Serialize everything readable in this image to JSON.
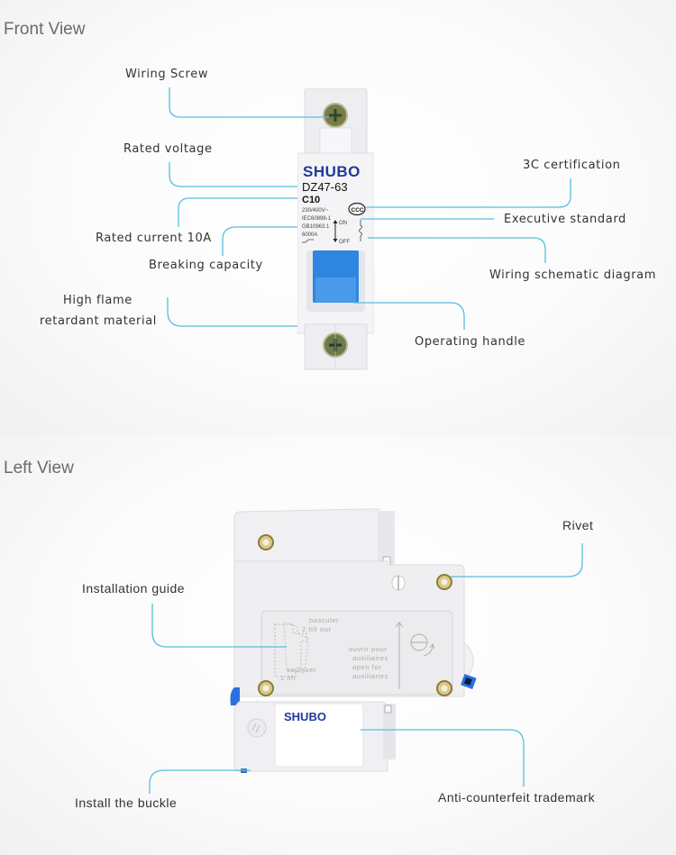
{
  "front_view": {
    "title": "Front View",
    "device": {
      "brand": "SHUBO",
      "model": "DZ47-63",
      "rating": "C10",
      "voltage": "230/400V~",
      "standard_1": "IEC60898-1",
      "standard_2": "GB10963.1",
      "breaking": "6000A",
      "on_label": "ON",
      "off_label": "OFF",
      "cert_mark": "CCC"
    },
    "callouts": {
      "wiring_screw": "Wiring Screw",
      "rated_voltage": "Rated voltage",
      "rated_current": "Rated current 10A",
      "breaking_capacity": "Breaking capacity",
      "flame_line1": "High flame",
      "flame_line2": "retardant material",
      "cert": "3C certification",
      "exec_standard": "Executive standard",
      "wiring_schematic": "Wiring schematic diagram",
      "operating_handle": "Operating handle"
    }
  },
  "left_view": {
    "title": "Left View",
    "device": {
      "brand": "SHUBO",
      "guide_tilt_fr": "basculer",
      "guide_tilt_en": "2 tilt out",
      "guide_open_1": "ouvrir pour",
      "guide_open_2": "auxiliaires",
      "guide_open_3": "open  for",
      "guide_open_4": "auxiliaries",
      "guide_lift_fr": "soulever",
      "guide_lift_en": "1 lift"
    },
    "callouts": {
      "rivet": "Rivet",
      "installation_guide": "Installation guide",
      "install_buckle": "Install the buckle",
      "anti_counterfeit": "Anti-counterfeit trademark"
    }
  },
  "colors": {
    "leader_line": "#55bfe0",
    "brand_blue": "#1e3a9a",
    "handle_blue": "#2f86e0",
    "body_white": "#f2f2f4"
  }
}
